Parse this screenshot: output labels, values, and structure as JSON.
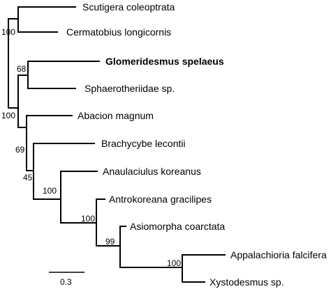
{
  "taxa": [
    {
      "label": "Scutigera coleoptrata",
      "bold": false
    },
    {
      "label": "Cermatobius longicornis",
      "bold": false
    },
    {
      "label": "Glomeridesmus spelaeus",
      "bold": true
    },
    {
      "label": "Sphaerotheriidae sp.",
      "bold": false
    },
    {
      "label": "Abacion magnum",
      "bold": false
    },
    {
      "label": "Brachycybe lecontii",
      "bold": false
    },
    {
      "label": "Anaulaciulus koreanus",
      "bold": false
    },
    {
      "label": "Antrokoreana gracilipes",
      "bold": false
    },
    {
      "label": "Asiomorpha coarctata",
      "bold": false
    },
    {
      "label": "Appalachioria falcifera",
      "bold": false
    },
    {
      "label": "Xystodesmus sp.",
      "bold": false
    }
  ],
  "support_values": [
    "100",
    "68",
    "100",
    "69",
    "45",
    "100",
    "100",
    "99",
    "100"
  ],
  "scale": {
    "label": "0.3"
  }
}
